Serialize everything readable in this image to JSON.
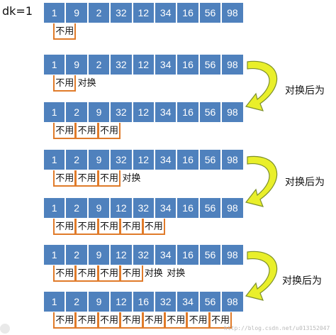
{
  "dk_label": "dk=1",
  "swap_label": "对换后为",
  "watermark": "http://blog.csdn.net/u013152047",
  "colors": {
    "cell_fill": "#4f81bd",
    "bracket": "#e07b2a",
    "arrow_fill": "#e9ef2a",
    "arrow_stroke": "#7c8f2a"
  },
  "rows": [
    {
      "values": [
        "1",
        "9",
        "2",
        "32",
        "12",
        "34",
        "16",
        "56",
        "98"
      ],
      "annotations": [
        "不用"
      ]
    },
    {
      "values": [
        "1",
        "9",
        "2",
        "32",
        "12",
        "34",
        "16",
        "56",
        "98"
      ],
      "annotations": [
        "不用",
        "对换"
      ]
    },
    {
      "values": [
        "1",
        "2",
        "9",
        "32",
        "12",
        "34",
        "16",
        "56",
        "98"
      ],
      "annotations": [
        "不用",
        "不用",
        "不用"
      ]
    },
    {
      "values": [
        "1",
        "2",
        "9",
        "32",
        "12",
        "34",
        "16",
        "56",
        "98"
      ],
      "annotations": [
        "不用",
        "不用",
        "不用",
        "对换"
      ]
    },
    {
      "values": [
        "1",
        "2",
        "9",
        "12",
        "32",
        "34",
        "16",
        "56",
        "98"
      ],
      "annotations": [
        "不用",
        "不用",
        "不用",
        "不用",
        "不用"
      ]
    },
    {
      "values": [
        "1",
        "2",
        "9",
        "12",
        "32",
        "34",
        "16",
        "56",
        "98"
      ],
      "annotations": [
        "不用",
        "不用",
        "不用",
        "不用",
        "对换",
        "对换"
      ]
    },
    {
      "values": [
        "1",
        "2",
        "9",
        "12",
        "16",
        "32",
        "34",
        "56",
        "98"
      ],
      "annotations": [
        "不用",
        "不用",
        "不用",
        "不用",
        "不用",
        "不用",
        "不用",
        "不用"
      ]
    }
  ]
}
